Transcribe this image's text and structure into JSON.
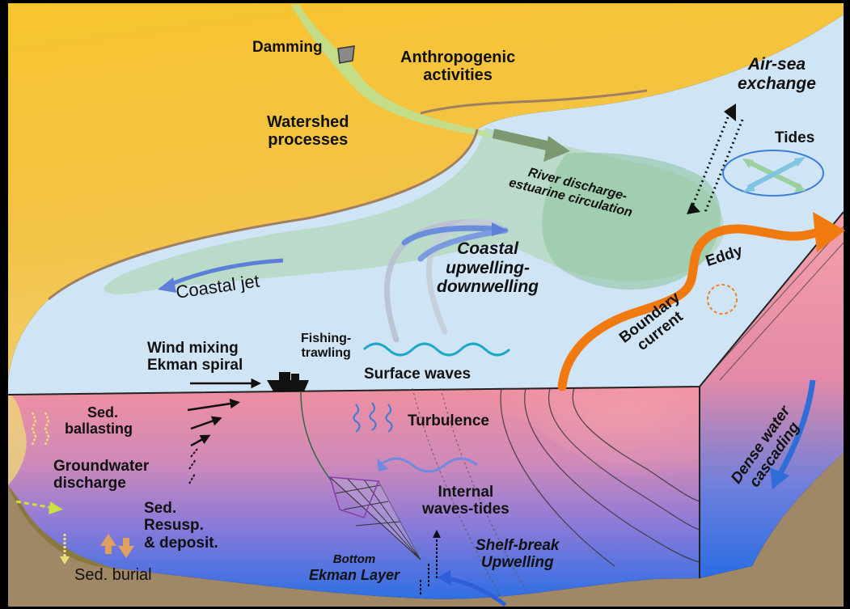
{
  "labels": {
    "damming": "Damming",
    "anthropogenic": [
      "Anthropogenic",
      "activities"
    ],
    "watershed": [
      "Watershed",
      "processes"
    ],
    "air_sea": [
      "Air-sea",
      "exchange"
    ],
    "tides": "Tides",
    "river_discharge": [
      "River discharge-",
      "estuarine circulation"
    ],
    "coastal_upwelling": [
      "Coastal",
      "upwelling-",
      "downwelling"
    ],
    "coastal_jet": "Coastal jet",
    "eddy": "Eddy",
    "boundary_current": [
      "Boundary",
      "current"
    ],
    "wind_mixing": [
      "Wind mixing",
      "Ekman spiral"
    ],
    "fishing": [
      "Fishing-",
      "trawling"
    ],
    "surface_waves": "Surface waves",
    "dense_water": [
      "Dense water",
      "cascading"
    ],
    "sed_ballasting": [
      "Sed.",
      "ballasting"
    ],
    "turbulence": "Turbulence",
    "groundwater": [
      "Groundwater",
      "discharge"
    ],
    "internal_waves": [
      "Internal",
      "waves-tides"
    ],
    "sed_resusp": [
      "Sed.",
      "Resusp.",
      "& deposit."
    ],
    "bottom_ekman": [
      "Bottom",
      "Ekman Layer"
    ],
    "shelf_break": [
      "Shelf-break",
      "Upwelling"
    ],
    "sed_burial": "Sed. burial"
  },
  "colors": {
    "land": "#f2c03a",
    "sea_surface": "#cfe5f5",
    "water_top": "#f08a9a",
    "water_bottom": "#2f6fe0",
    "seabed": "#a08866",
    "boundary_current": "#f07a10",
    "cascade_arrow": "#2f6ed8"
  }
}
